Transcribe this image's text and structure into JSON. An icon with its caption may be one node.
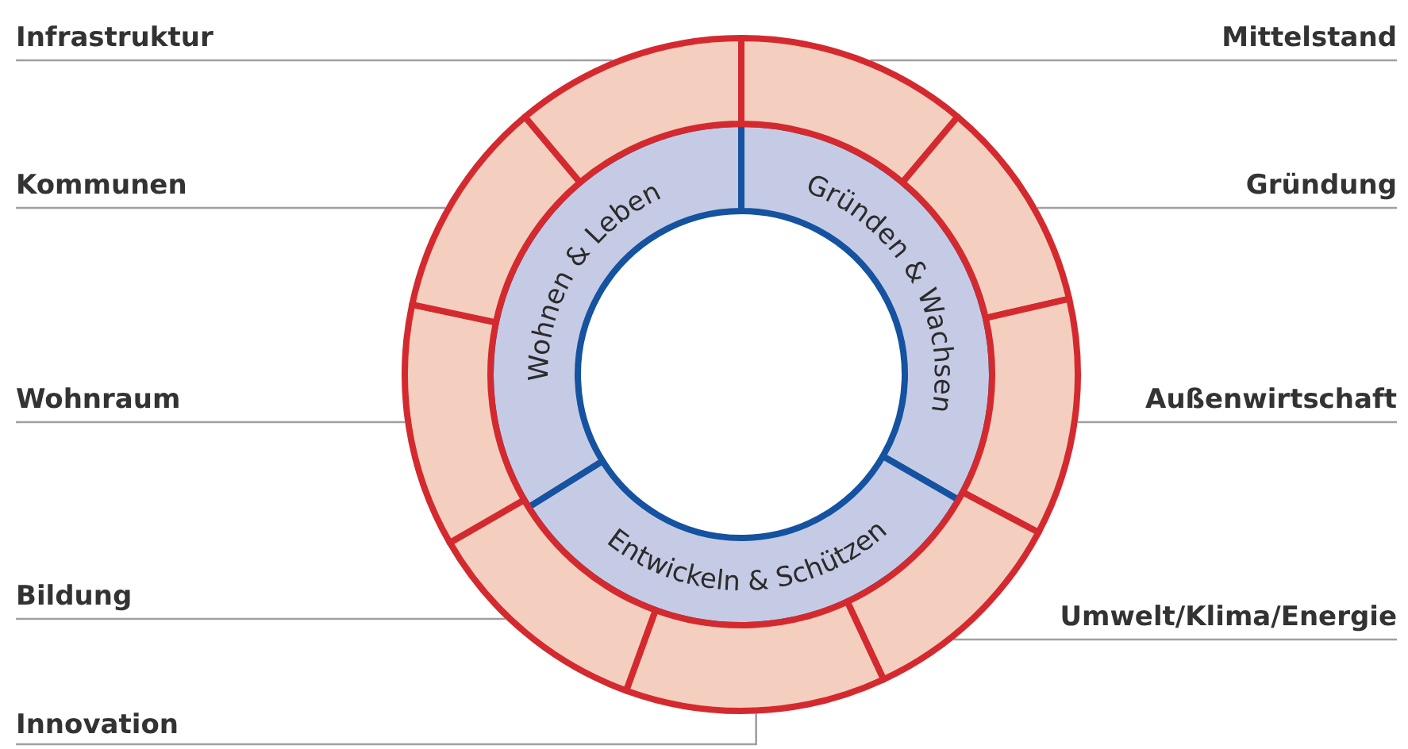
{
  "diagram": {
    "nodes": [
      {
        "text": [
          "Infrastruktur"
        ]
      },
      {
        "text": [
          "Mittelstand"
        ]
      },
      {
        "text": [
          "Kommunen"
        ]
      },
      {
        "text": [
          "Gründung"
        ]
      },
      {
        "text": [
          "Wohnraum"
        ]
      },
      {
        "text": [
          "Außenwirtschaft"
        ]
      },
      {
        "text": [
          "Bildung"
        ]
      },
      {
        "text": [
          "Umwelt/Klima/Energie"
        ]
      },
      {
        "text": [
          "Innovation"
        ]
      },
      {
        "text": [],
        "shape": "sector"
      },
      {
        "text": [],
        "shape": "sector"
      },
      {
        "text": [],
        "shape": "sector"
      },
      {
        "text": [],
        "shape": "sector"
      },
      {
        "text": [],
        "shape": "sector"
      },
      {
        "text": [],
        "shape": "sector"
      },
      {
        "text": [],
        "shape": "sector"
      },
      {
        "text": [],
        "shape": "sector"
      },
      {
        "text": [],
        "shape": "sector"
      },
      {
        "text": [
          "Wohnen & Leben"
        ]
      },
      {
        "text": [
          "Gründen & Wachsen"
        ]
      },
      {
        "text": [
          "Entwickeln & Schützen"
        ]
      }
    ],
    "edges": [
      {
        "from": 0,
        "to": 17,
        "arrow": "none"
      },
      {
        "from": 1,
        "to": 9,
        "arrow": "none"
      },
      {
        "from": 2,
        "to": 16,
        "arrow": "none"
      },
      {
        "from": 3,
        "to": 10,
        "arrow": "none"
      },
      {
        "from": 4,
        "to": 15,
        "arrow": "none"
      },
      {
        "from": 5,
        "to": 11,
        "arrow": "none"
      },
      {
        "from": 6,
        "to": 14,
        "arrow": "none"
      },
      {
        "from": 7,
        "to": 12,
        "arrow": "none"
      },
      {
        "from": 8,
        "to": 13,
        "arrow": "none"
      }
    ]
  }
}
